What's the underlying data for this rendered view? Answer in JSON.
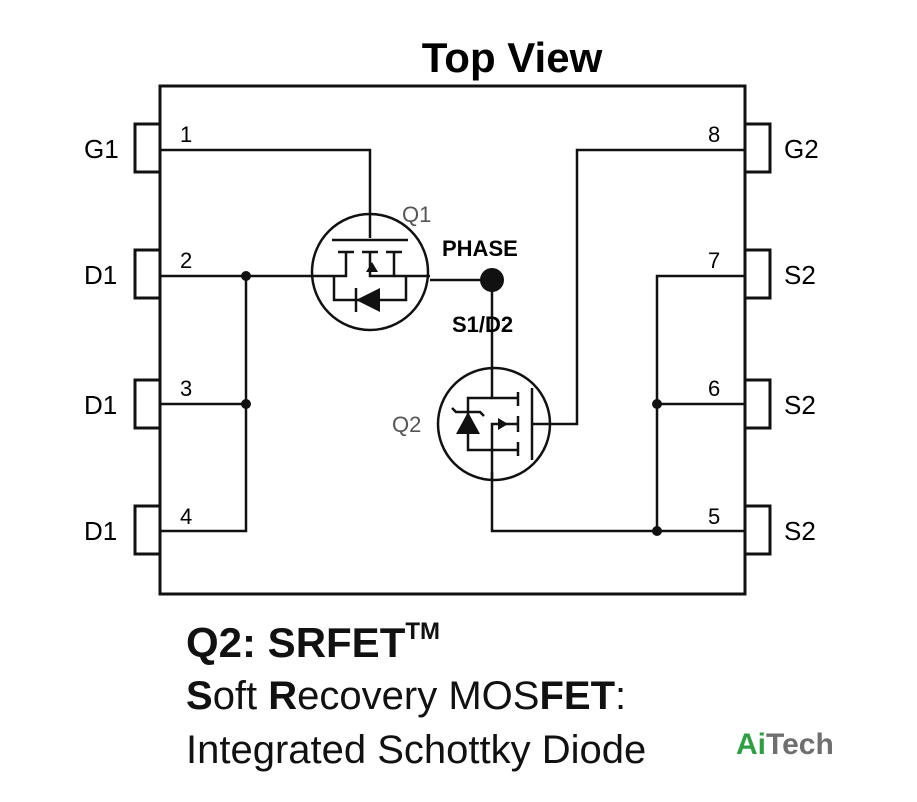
{
  "title": "Top View",
  "pins": [
    {
      "number": "1",
      "name": "G1"
    },
    {
      "number": "2",
      "name": "D1"
    },
    {
      "number": "3",
      "name": "D1"
    },
    {
      "number": "4",
      "name": "D1"
    },
    {
      "number": "5",
      "name": "S2"
    },
    {
      "number": "6",
      "name": "S2"
    },
    {
      "number": "7",
      "name": "S2"
    },
    {
      "number": "8",
      "name": "G2"
    }
  ],
  "transistors": {
    "q1": "Q1",
    "q2": "Q2"
  },
  "nodes": {
    "phase": "PHASE",
    "s1d2": "S1/D2"
  },
  "caption": {
    "line1_main": "Q2: SRFET",
    "line1_sup": "TM",
    "line2": {
      "p1": "S",
      "p2": "oft ",
      "p3": "R",
      "p4": "ecovery MOS",
      "p5": "FET",
      "p6": ":"
    },
    "line3": "Integrated Schottky Diode"
  },
  "watermark": {
    "ai": "Ai",
    "rest": "Tech"
  },
  "colors": {
    "line": "#111111",
    "label_gray": "#555555",
    "watermark_green": "#2ea043"
  }
}
